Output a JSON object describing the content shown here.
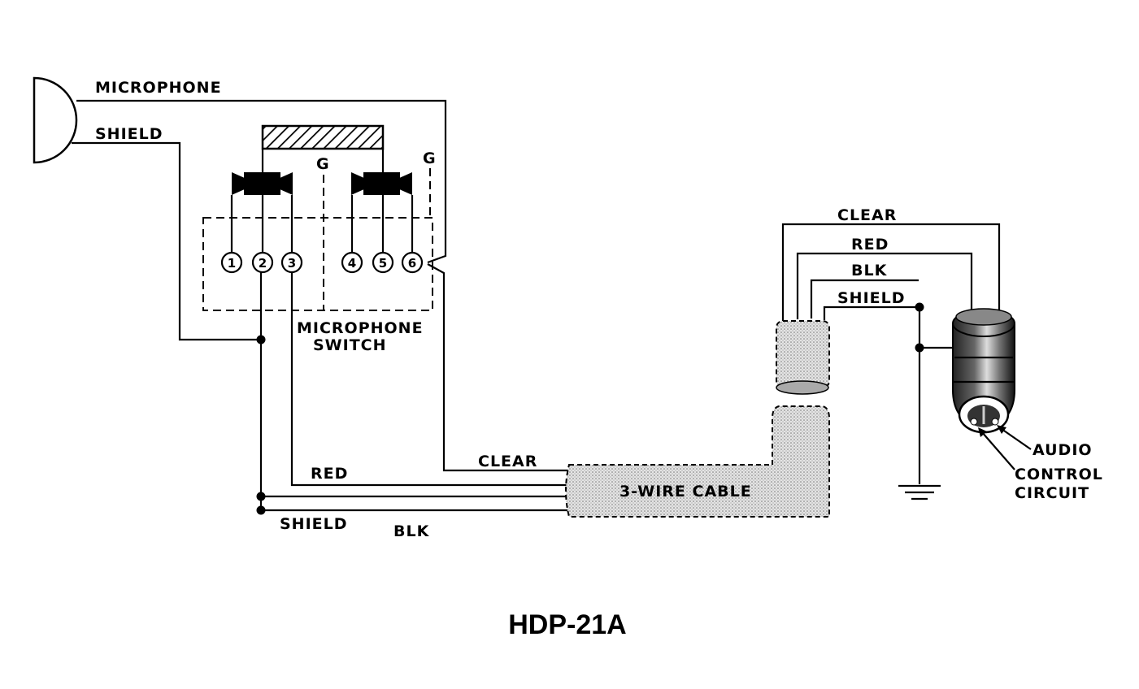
{
  "microphone": {
    "wire_label": "MICROPHONE",
    "shield_label": "SHIELD"
  },
  "switch": {
    "label_line1": "MICROPHONE",
    "label_line2": "SWITCH",
    "ground_left": "G",
    "ground_right": "G",
    "pins": [
      "1",
      "2",
      "3",
      "4",
      "5",
      "6"
    ]
  },
  "cable": {
    "label": "3-WIRE CABLE",
    "wires": {
      "clear": "CLEAR",
      "red": "RED",
      "shield": "SHIELD",
      "blk": "BLK"
    }
  },
  "plug": {
    "wires": {
      "clear": "CLEAR",
      "red": "RED",
      "blk": "BLK",
      "shield": "SHIELD"
    },
    "callouts": {
      "audio": "AUDIO",
      "control_line1": "CONTROL",
      "control_line2": "CIRCUIT"
    }
  },
  "title": "HDP-21A"
}
